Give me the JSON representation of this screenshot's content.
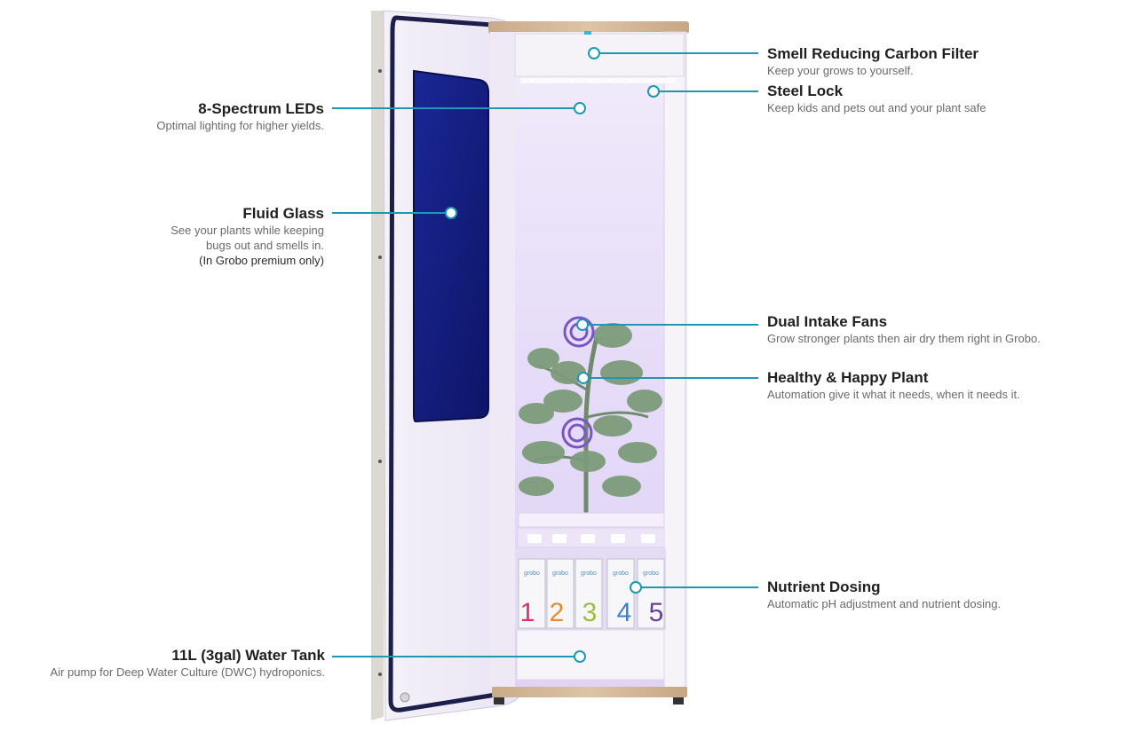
{
  "accent_color": "#1d98b3",
  "callouts": {
    "carbon_filter": {
      "title": "Smell Reducing Carbon Filter",
      "desc": "Keep your grows to yourself."
    },
    "steel_lock": {
      "title": "Steel Lock",
      "desc": "Keep kids and pets out and your plant safe"
    },
    "leds": {
      "title": "8-Spectrum LEDs",
      "desc": "Optimal lighting for higher yields."
    },
    "fluid_glass": {
      "title": "Fluid Glass",
      "desc_line1": "See your plants while keeping",
      "desc_line2": "bugs out and smells in.",
      "note": "(In Grobo premium only)"
    },
    "intake_fans": {
      "title": "Dual Intake Fans",
      "desc": "Grow stronger plants then air dry them right in Grobo."
    },
    "plant": {
      "title": "Healthy & Happy Plant",
      "desc": "Automation give it what it needs, when it needs it."
    },
    "nutrient": {
      "title": "Nutrient Dosing",
      "desc": "Automatic pH adjustment and nutrient dosing."
    },
    "water_tank": {
      "title": "11L (3gal) Water Tank",
      "desc": "Air pump for Deep Water Culture (DWC) hydroponics."
    }
  },
  "bottles": [
    {
      "brand": "grobo",
      "number": "1",
      "color": "#d6326a"
    },
    {
      "brand": "grobo",
      "number": "2",
      "color": "#e88a2e"
    },
    {
      "brand": "grobo",
      "number": "3",
      "color": "#9bbf3c"
    },
    {
      "brand": "grobo",
      "number": "4",
      "color": "#3d7fd1"
    },
    {
      "brand": "grobo",
      "number": "5",
      "color": "#6a3d9a"
    }
  ]
}
